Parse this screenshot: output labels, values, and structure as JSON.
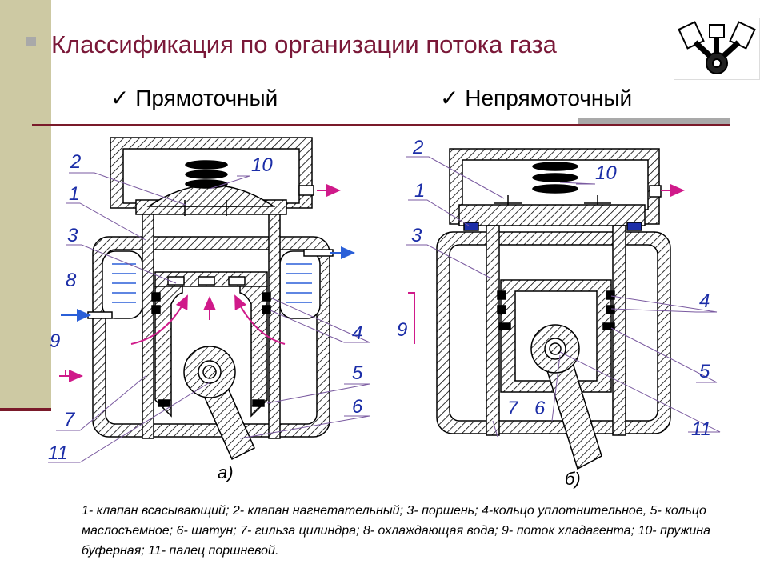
{
  "title": "Классификация по организации потока газа",
  "types": {
    "direct": "✓ Прямоточный",
    "indirect": "✓ Непрямоточный"
  },
  "captions": {
    "a": "а)",
    "b": "б)"
  },
  "labels_a": {
    "l2": "2",
    "l10": "10",
    "l1": "1",
    "l3": "3",
    "l8": "8",
    "l9": "9",
    "l4": "4",
    "l5": "5",
    "l6": "6",
    "l7": "7",
    "l11": "11"
  },
  "labels_b": {
    "l2": "2",
    "l10": "10",
    "l1": "1",
    "l3": "3",
    "l9": "9",
    "l4": "4",
    "l5": "5",
    "l7": "7",
    "l6": "6",
    "l11": "11"
  },
  "legend": "1- клапан всасывающий; 2- клапан нагнетательный; 3- поршень; 4-кольцо уплотнительное, 5- кольцо маслосъемное; 6- шатун; 7- гильза цилиндра; 8- охлаждающая вода; 9- поток хладагента; 10- пружина буферная; 11- палец поршневой.",
  "colors": {
    "title": "#7a1838",
    "labels": "#1c2ea8",
    "arrows": "#d01a8a",
    "sidebar": "#cdc9a3",
    "water": "#2a5fd8"
  },
  "icons": {
    "logo": "piston-engine-icon"
  }
}
